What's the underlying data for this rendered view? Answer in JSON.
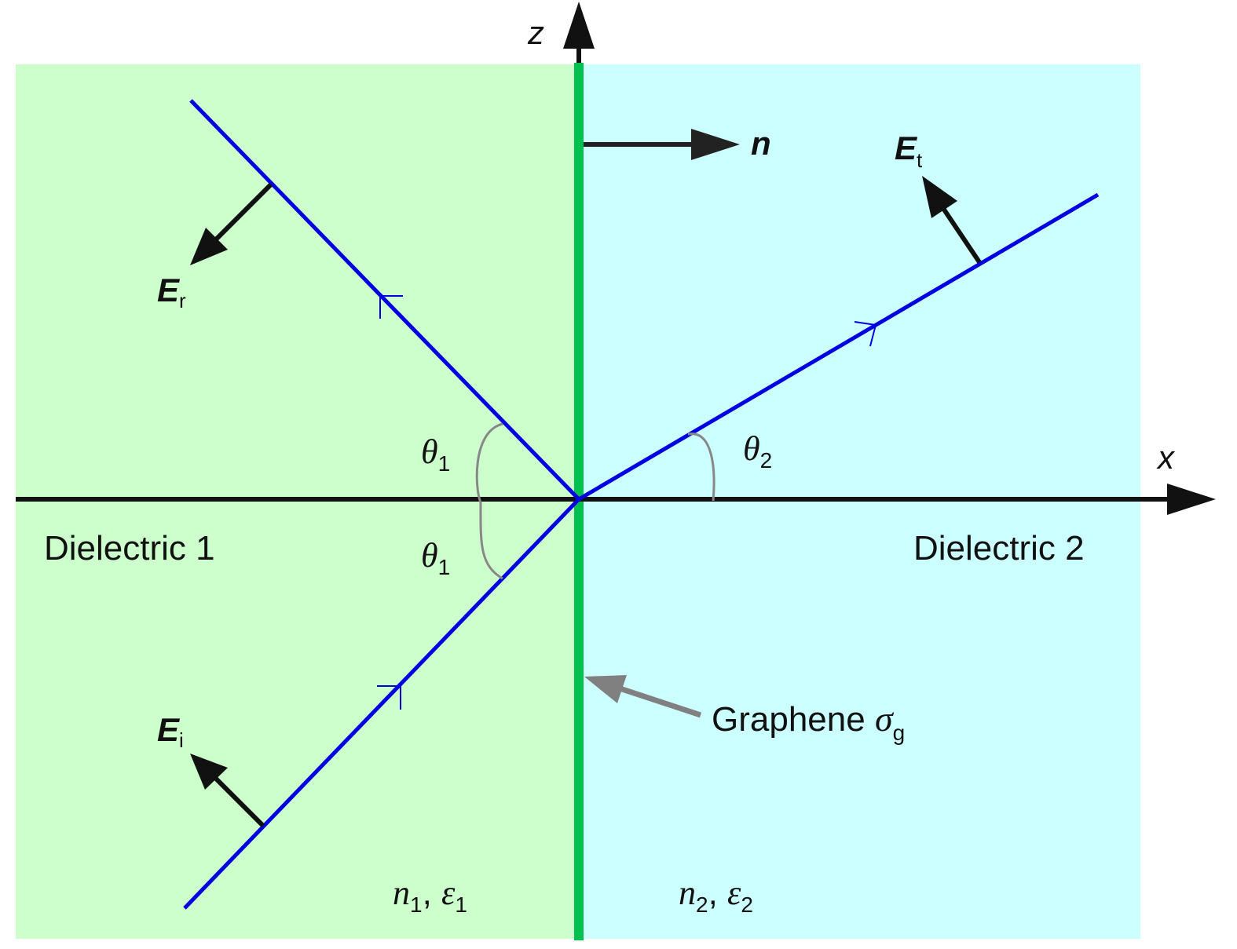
{
  "axes": {
    "x_label": "x",
    "z_label": "z"
  },
  "normal": {
    "label": "n"
  },
  "fields": {
    "incident": {
      "symbol": "E",
      "sub": "i"
    },
    "reflected": {
      "symbol": "E",
      "sub": "r"
    },
    "transmitted": {
      "symbol": "E",
      "sub": "t"
    }
  },
  "angles": {
    "theta1_upper": {
      "symbol": "θ",
      "sub": "1"
    },
    "theta1_lower": {
      "symbol": "θ",
      "sub": "1"
    },
    "theta2": {
      "symbol": "θ",
      "sub": "2"
    }
  },
  "regions": {
    "left": {
      "label": "Dielectric 1",
      "color": "#ccffcc"
    },
    "right": {
      "label": "Dielectric 2",
      "color": "#ccffff"
    }
  },
  "interface": {
    "label": "Graphene ",
    "symbol": "σ",
    "sub": "g",
    "color": "#00c050"
  },
  "params": {
    "left": {
      "n": "n",
      "n_sub": "1",
      "sep": ", ",
      "eps": "ε",
      "eps_sub": "1"
    },
    "right": {
      "n": "n",
      "n_sub": "2",
      "sep": ", ",
      "eps": "ε",
      "eps_sub": "2"
    }
  },
  "colors": {
    "ray": "#0000e0",
    "arrow": "#111111",
    "pointer": "#808080"
  }
}
